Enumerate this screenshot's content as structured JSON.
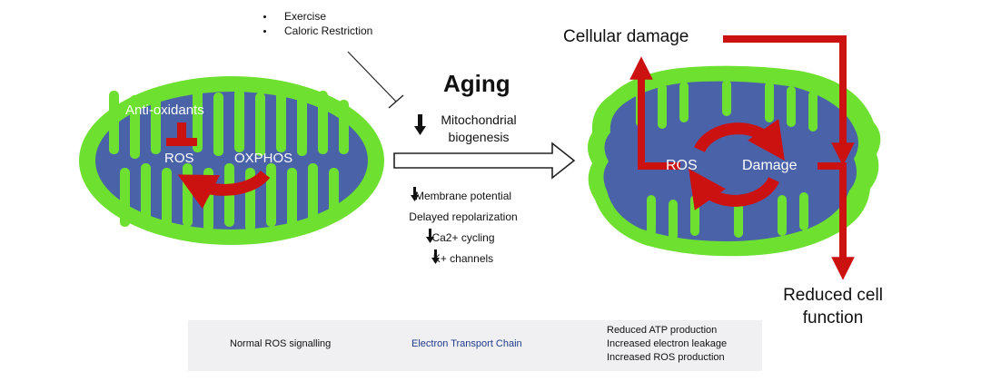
{
  "top_interventions": [
    "Exercise",
    "Caloric Restriction"
  ],
  "center": {
    "title": "Aging",
    "mito_biogenesis": [
      "Mitochondrial",
      "biogenesis"
    ],
    "effects": [
      "Membrane potential",
      "Delayed repolarization",
      "Ca2+ cycling",
      "K+ channels"
    ]
  },
  "left_mito": {
    "antioxidants": "Anti-oxidants",
    "ros": "ROS",
    "oxphos": "OXPHOS"
  },
  "right_mito": {
    "ros": "ROS",
    "damage": "Damage"
  },
  "cellular_damage": "Cellular damage",
  "reduced_function": [
    "Reduced cell",
    "function"
  ],
  "bottom_panel": {
    "normal": "Normal ROS signalling",
    "etc": "Electron Transport Chain",
    "outcomes": [
      "Reduced ATP production",
      "Increased electron leakage",
      "Increased ROS production"
    ]
  },
  "colors": {
    "membrane_green": "#6ee030",
    "matrix_blue": "#4a62a8",
    "arrow_red": "#cc1111"
  }
}
